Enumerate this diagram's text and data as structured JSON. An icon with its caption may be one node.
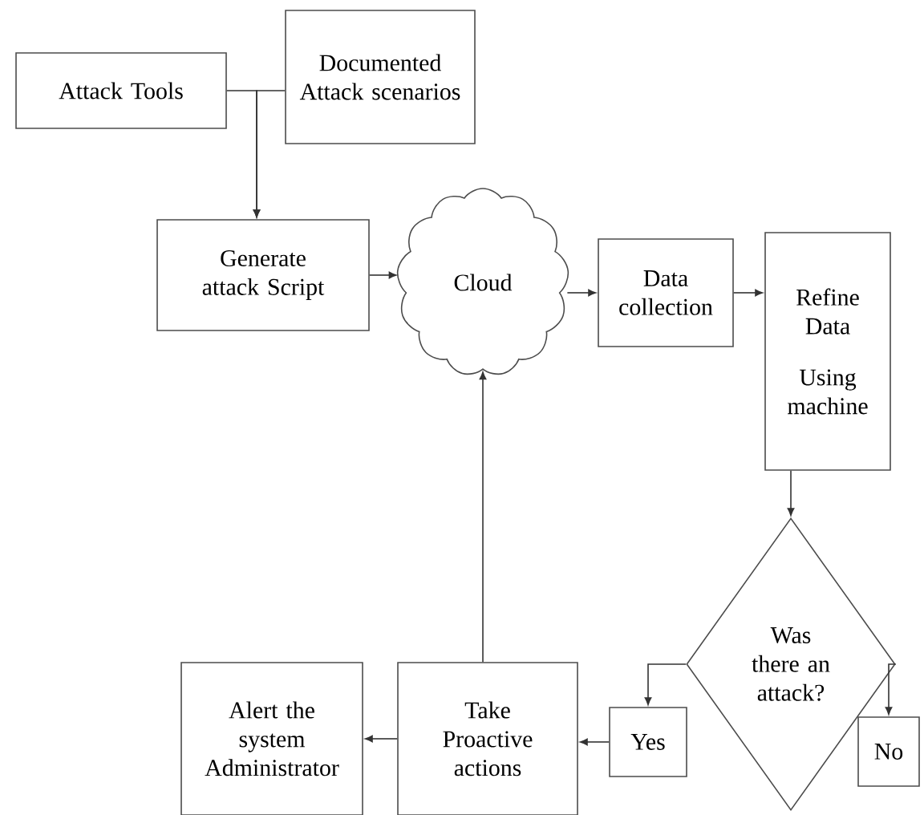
{
  "diagram": {
    "nodes": [
      {
        "text": [
          "Attack Tools"
        ]
      },
      {
        "text": [
          "Documented Attack scenarios"
        ]
      },
      {
        "text": [
          "Generate attack Script"
        ]
      },
      {
        "text": [
          "Cloud"
        ]
      },
      {
        "text": [
          "Data collection"
        ]
      },
      {
        "text": [
          "Refine Data",
          "Using machine"
        ]
      },
      {
        "text": [
          "Was there an attack?"
        ]
      },
      {
        "text": [
          "Yes"
        ]
      },
      {
        "text": [
          "No"
        ]
      },
      {
        "text": [
          "Take Proactive actions"
        ]
      },
      {
        "text": [
          "Alert the system Administrator"
        ]
      }
    ],
    "edges": [
      {
        "from": 0,
        "to": 2,
        "arrow": "to"
      },
      {
        "from": 1,
        "to": 2,
        "arrow": "to"
      },
      {
        "from": 2,
        "to": 3,
        "arrow": "to"
      },
      {
        "from": 3,
        "to": 4,
        "arrow": "to"
      },
      {
        "from": 4,
        "to": 5,
        "arrow": "to"
      },
      {
        "from": 5,
        "to": 6,
        "arrow": "to"
      },
      {
        "from": 6,
        "to": 7,
        "arrow": "to"
      },
      {
        "from": 6,
        "to": 8,
        "arrow": "to"
      },
      {
        "from": 7,
        "to": 9,
        "arrow": "to"
      },
      {
        "from": 9,
        "to": 3,
        "arrow": "to"
      },
      {
        "from": 9,
        "to": 10,
        "arrow": "to"
      }
    ]
  }
}
